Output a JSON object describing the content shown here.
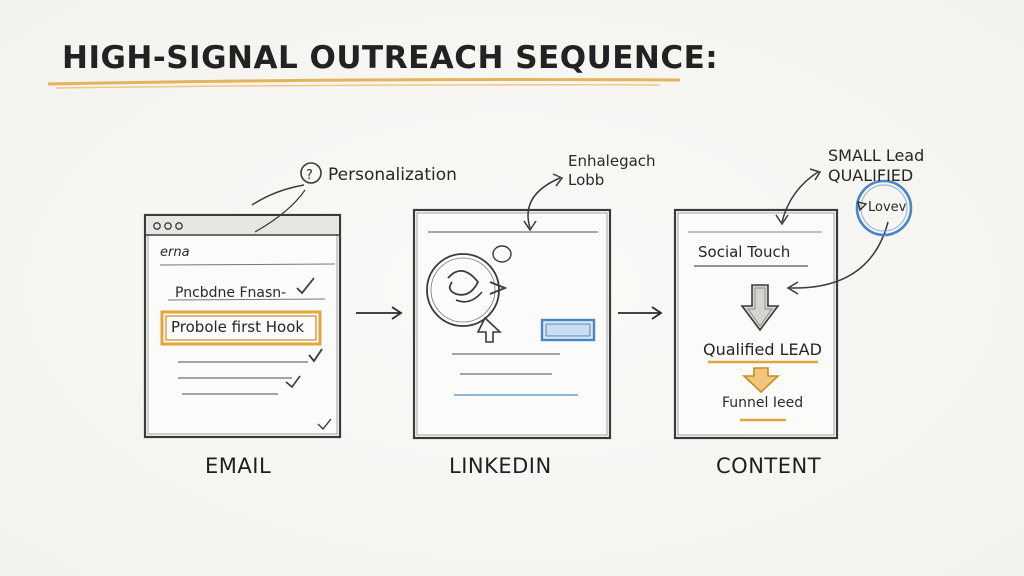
{
  "title": "HIGH-SIGNAL OUTREACH SEQUENCE:",
  "colors": {
    "accent": "#e3a53a",
    "ink": "#2b2b2b",
    "blue": "#4a86c5"
  },
  "email": {
    "caption": "EMAIL",
    "window_label": "erna",
    "line1": "Pncbdne Fnasn-",
    "hook": "Probole first Hook",
    "callout": "Personalization"
  },
  "linkedin": {
    "caption": "LINKEDIN",
    "callout": "Enhalegach Lobb"
  },
  "content": {
    "caption": "CONTENT",
    "social": "Social Touch",
    "qualified": "Qualified LEAD",
    "funnel": "Funnel Ieed",
    "callout": "SMALL Lead QUALIFIED",
    "badge": "Lovev"
  }
}
